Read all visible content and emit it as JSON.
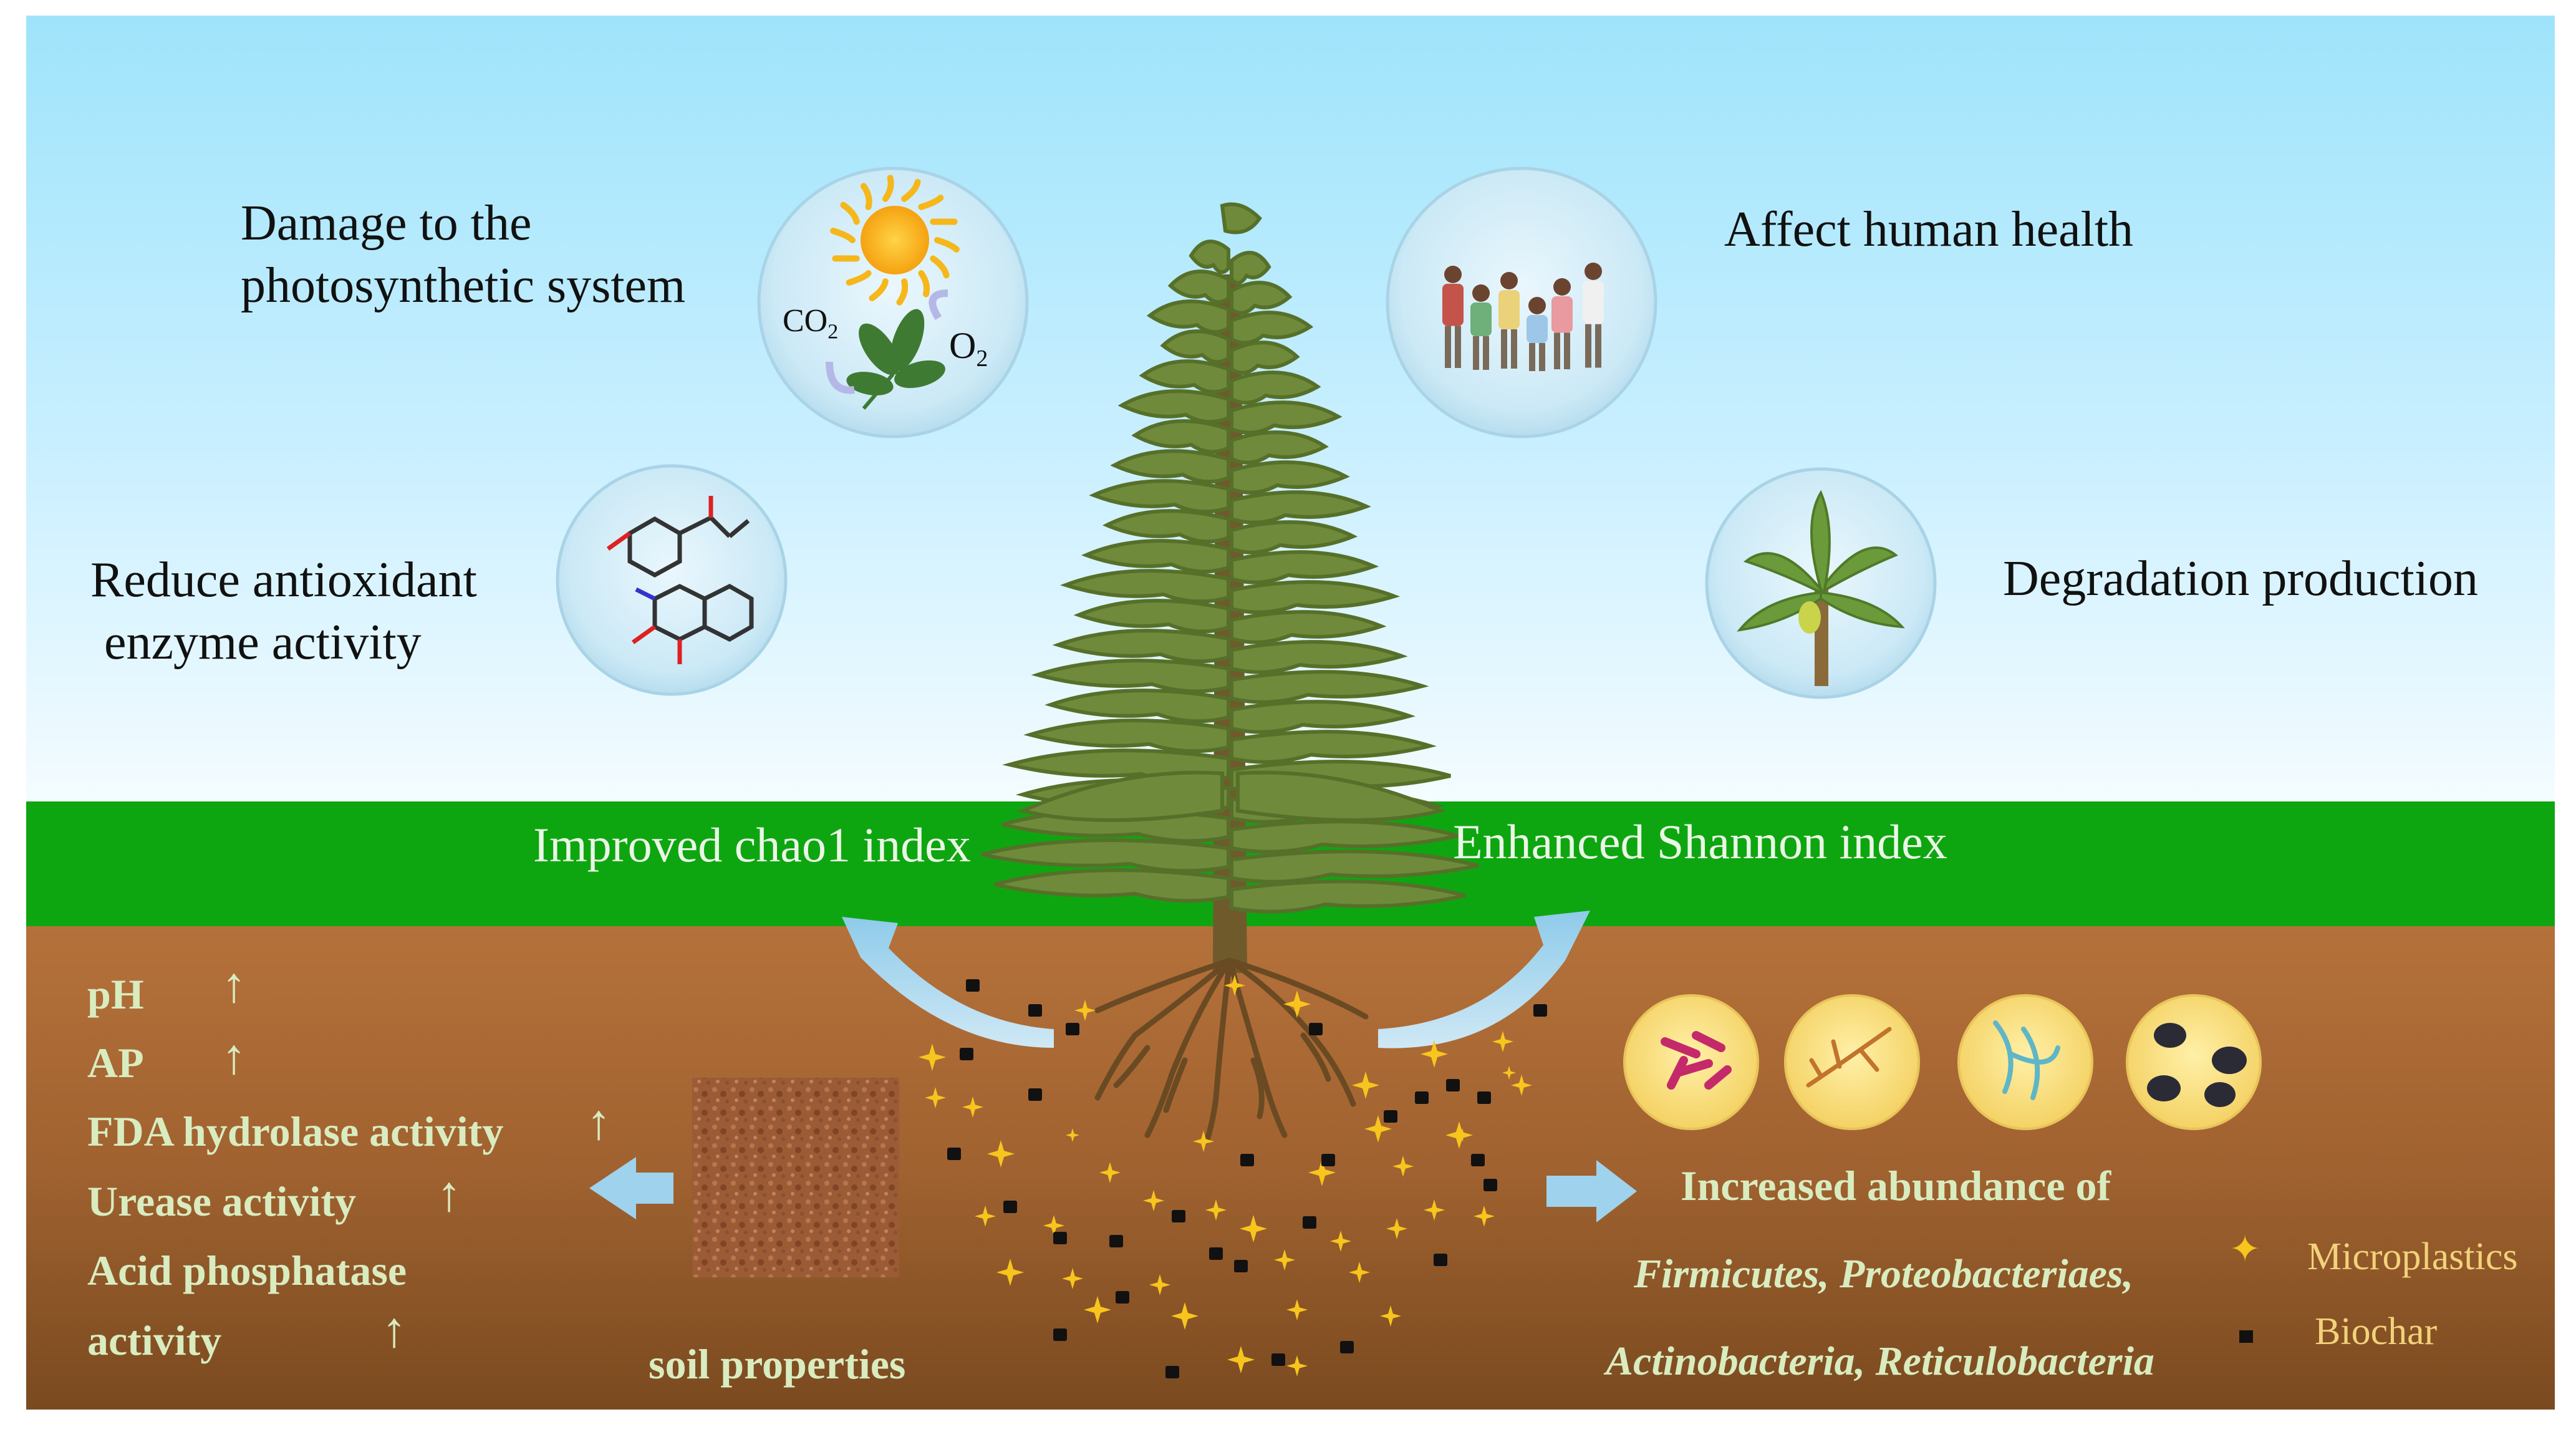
{
  "effects": {
    "photosynthesis_line1": "Damage to the",
    "photosynthesis_line2": "photosynthetic system",
    "antioxidant_line1": "Reduce antioxidant",
    "antioxidant_line2": "enzyme activity",
    "human_health": "Affect human health",
    "degradation": "Degradation production"
  },
  "photosynthesis_icon": {
    "co2": "CO",
    "co2_sub": "2",
    "o2": "O",
    "o2_sub": "2"
  },
  "diversity": {
    "chao1": "Improved chao1 index",
    "shannon": "Enhanced Shannon index"
  },
  "soil_properties": {
    "items": [
      "pH",
      "AP",
      "FDA hydrolase activity",
      "Urease activity",
      "Acid phosphatase",
      "activity"
    ],
    "arrow": "↑",
    "caption": "soil properties"
  },
  "bacteria": {
    "heading": "Increased abundance of",
    "line1": "Firmicutes, Proteobacteriaes,",
    "line2": "Actinobacteria, Reticulobacteria"
  },
  "legend": {
    "microplastics": "Microplastics",
    "biochar": "Biochar",
    "microplastics_marker": "✦"
  },
  "colors": {
    "sky_top": "#9fe4fb",
    "sky_bottom": "#eefaff",
    "grass": "#0ea610",
    "soil_top": "#b36f37",
    "soil_bottom": "#7a4a1f",
    "microplastic": "#f7c51d",
    "biochar": "#111111",
    "arrow": "#9fd2ec"
  }
}
